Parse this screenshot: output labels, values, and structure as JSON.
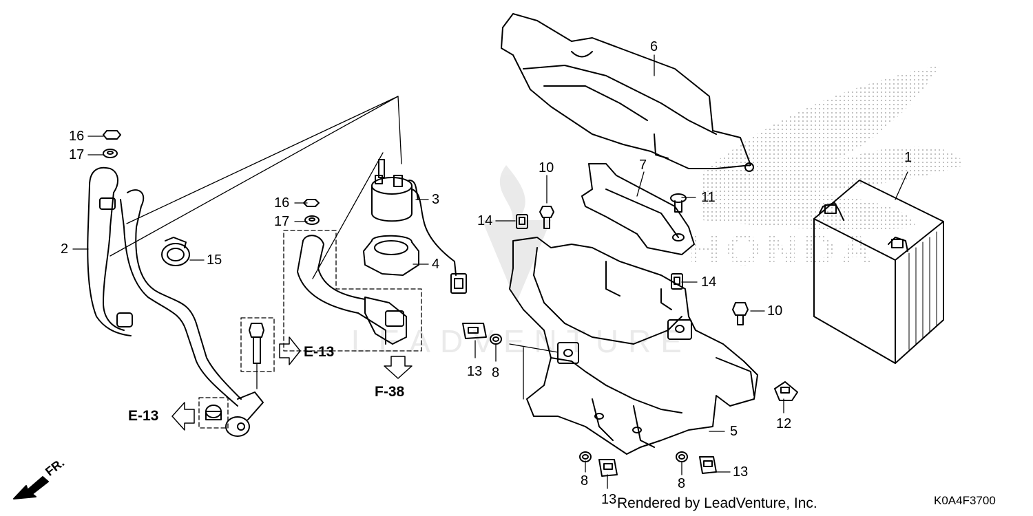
{
  "diagram": {
    "callouts": [
      {
        "id": "c16a",
        "text": "16"
      },
      {
        "id": "c17a",
        "text": "17"
      },
      {
        "id": "c2",
        "text": "2"
      },
      {
        "id": "c15",
        "text": "15"
      },
      {
        "id": "c16b",
        "text": "16"
      },
      {
        "id": "c17b",
        "text": "17"
      },
      {
        "id": "c3",
        "text": "3"
      },
      {
        "id": "c4",
        "text": "4"
      },
      {
        "id": "c6",
        "text": "6"
      },
      {
        "id": "c14a",
        "text": "14"
      },
      {
        "id": "c10a",
        "text": "10"
      },
      {
        "id": "c7",
        "text": "7"
      },
      {
        "id": "c11",
        "text": "11"
      },
      {
        "id": "c14b",
        "text": "14"
      },
      {
        "id": "c1",
        "text": "1"
      },
      {
        "id": "c10b",
        "text": "10"
      },
      {
        "id": "c13a",
        "text": "13"
      },
      {
        "id": "c8a",
        "text": "8"
      },
      {
        "id": "c12",
        "text": "12"
      },
      {
        "id": "c5",
        "text": "5"
      },
      {
        "id": "c8b",
        "text": "8"
      },
      {
        "id": "c8c",
        "text": "8"
      },
      {
        "id": "c13b",
        "text": "13"
      },
      {
        "id": "c13c",
        "text": "13"
      }
    ],
    "refs": [
      {
        "id": "r1",
        "text": "E-13"
      },
      {
        "id": "r2",
        "text": "E-13"
      },
      {
        "id": "r3",
        "text": "F-38"
      }
    ],
    "direction": "FR.",
    "credit": "Rendered by LeadVenture, Inc.",
    "diagram_code": "K0A4F3700",
    "watermark": "LEADVENTURE"
  }
}
